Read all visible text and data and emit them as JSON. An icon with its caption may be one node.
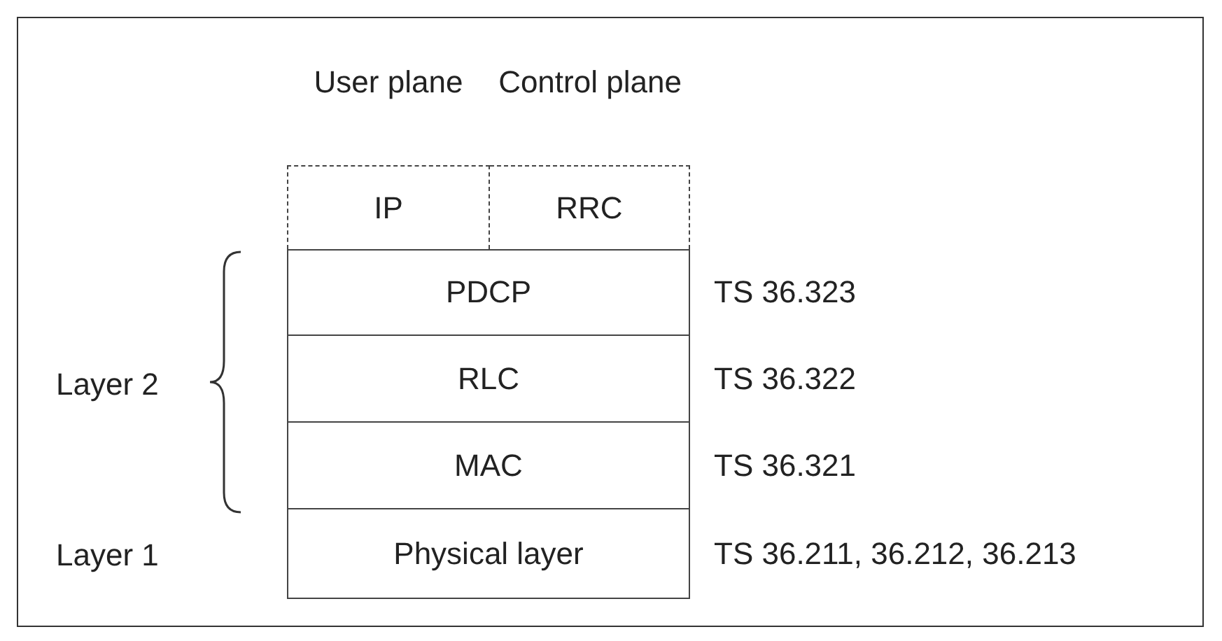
{
  "diagram": {
    "nodes": [
      {
        "text": [
          "User plane",
          "IP"
        ]
      },
      {
        "text": [
          "Control plane",
          "RRC"
        ]
      },
      {
        "text": [
          "PDCP"
        ],
        "beside": [
          "TS 36.323"
        ]
      },
      {
        "text": [
          "RLC"
        ],
        "beside": [
          "TS 36.322"
        ]
      },
      {
        "text": [
          "MAC"
        ],
        "beside": [
          "TS 36.321"
        ]
      },
      {
        "text": [
          "Physical layer"
        ],
        "beside": [
          "TS 36.211, 36.212, 36.213"
        ]
      }
    ],
    "edges": [],
    "labels": [
      "Layer 2",
      "Layer 1"
    ]
  }
}
